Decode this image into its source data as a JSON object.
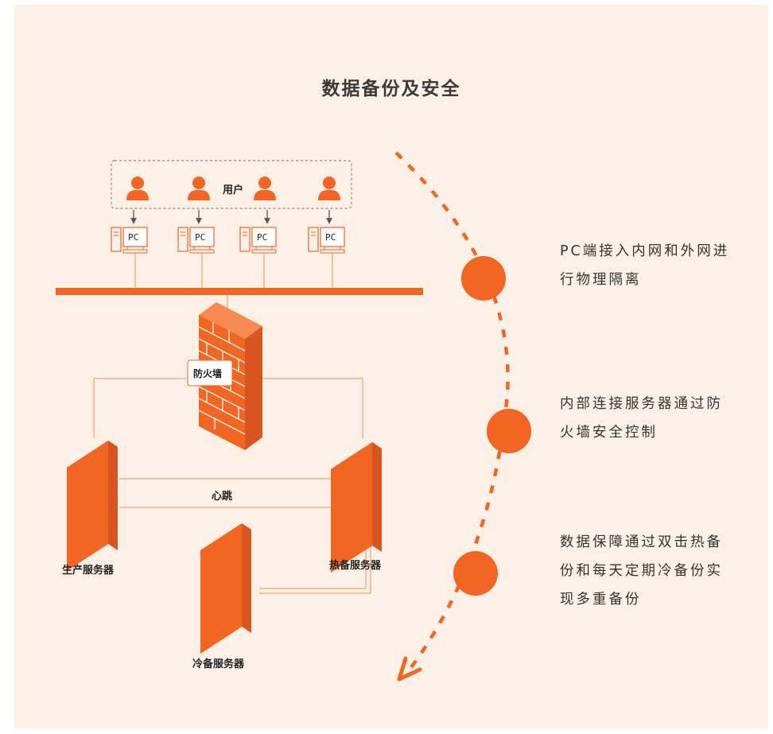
{
  "title": "数据备份及安全",
  "users_label": "用户",
  "pc_label": "PC",
  "firewall_label": "防火墙",
  "heartbeat_label": "心跳",
  "servers": {
    "production": "生产服务器",
    "hot_backup": "热备服务器",
    "cold_backup": "冷备服务器"
  },
  "notes": [
    "PC端接入内网和外网进行物理隔离",
    "内部连接服务器通过防火墙安全控制",
    "数据保障通过双击热备份和每天定期冷备份实现多重备份"
  ],
  "colors": {
    "accent": "#f26522",
    "background": "#fdf1e7",
    "line": "#f4a070"
  }
}
